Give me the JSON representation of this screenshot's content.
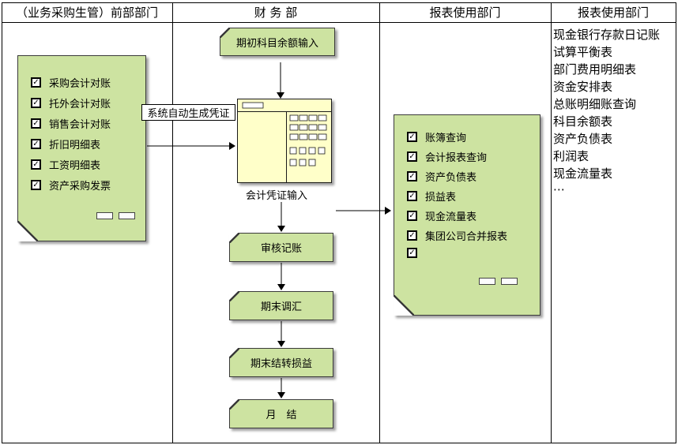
{
  "colors": {
    "note_green": "#cde3a1",
    "voucher_yellow": "#ffffc9",
    "line_black": "#000000"
  },
  "icons": {
    "checkbox_checked": "✓"
  },
  "header": {
    "col1": "（业务采购生管）前部部门",
    "col2": "财 务 部",
    "col3": "报表使用部门",
    "col4": "报表使用部门"
  },
  "frontdept_note": {
    "items": [
      "采购会计对账",
      "托外会计对账",
      "销售会计对账",
      "折旧明细表",
      "工资明细表",
      "资产采购发票"
    ]
  },
  "finance": {
    "opening_balance": "期初科目余额输入",
    "auto_generate_label": "系统自动生成凭证",
    "voucher_input_caption": "会计凭证输入",
    "steps": [
      "审核记账",
      "期末调汇",
      "期末结转损益",
      "月　结"
    ]
  },
  "reports_note": {
    "items": [
      "账簿查询",
      "会计报表查询",
      "资产负债表",
      "损益表",
      "现金流量表",
      "集团公司合并报表",
      ""
    ]
  },
  "reports_list": {
    "items": [
      "现金银行存款日记账",
      "试算平衡表",
      "部门费用明细表",
      "资金安排表",
      "总账明细账查询",
      "科目余额表",
      "资产负债表",
      "利润表",
      "现金流量表",
      "⋯"
    ]
  }
}
